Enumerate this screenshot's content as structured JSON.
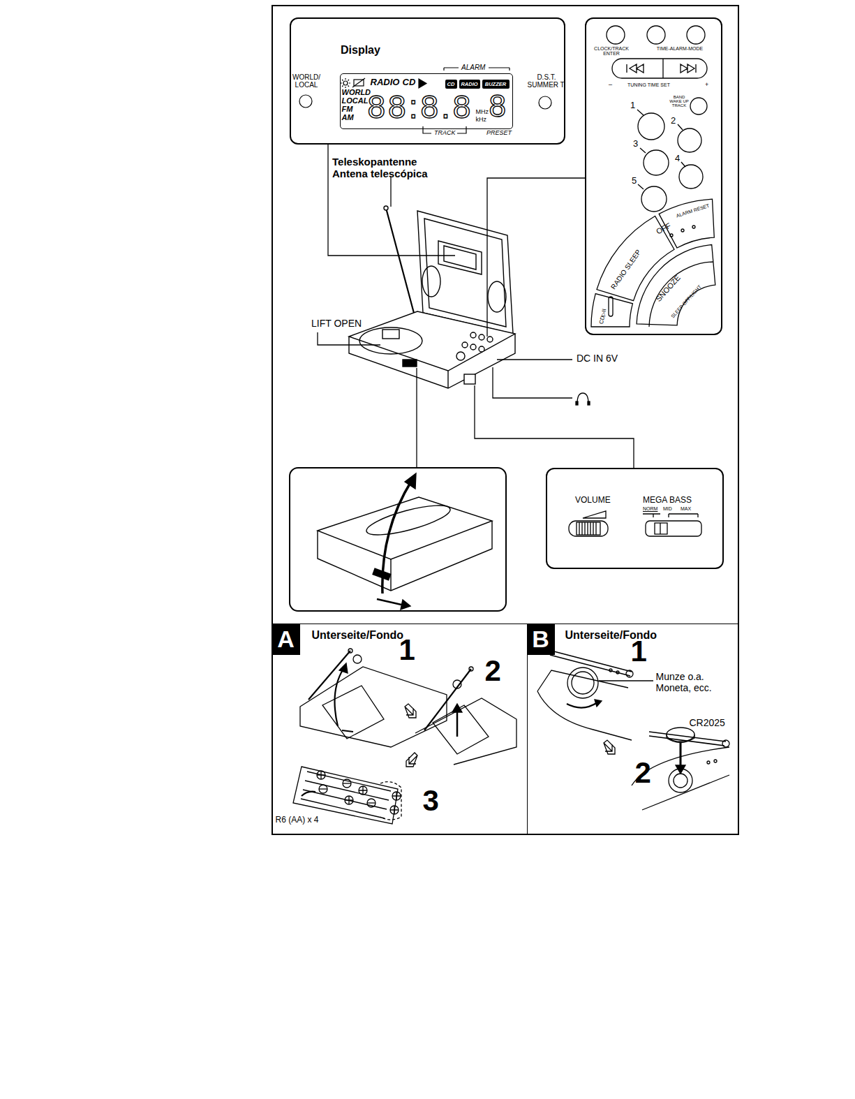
{
  "diagram": {
    "nodes": [
      {
        "text": [
          "Display",
          "ALARM",
          "WORLD/ LOCAL",
          "D.S.T. SUMMER T.",
          "TRACK",
          "PRESET"
        ]
      },
      {
        "text": [
          "RADIO",
          "CD",
          "WORLD",
          "LOCAL",
          "FM",
          "AM",
          "88:8.8",
          "MHz",
          "kHz",
          "8"
        ],
        "in": 0
      },
      {
        "text": [
          "CD"
        ],
        "in": 1
      },
      {
        "text": [
          "RADIO"
        ],
        "in": 1
      },
      {
        "text": [
          "BUZZER"
        ],
        "in": 1
      },
      {
        "text": [
          "CLOCK/TRACK ENTER",
          "TIME-ALARM-MODE",
          "–",
          "TUNING TIME SET",
          "+",
          "BAND WAKE UP TRACK",
          "1",
          "2",
          "3",
          "4",
          "5",
          "OFF",
          "ALARM RESET",
          "RADIO SLEEP",
          "CD▷II",
          "SNOOZE",
          "SLEEP OFF/LIGHT"
        ]
      },
      {
        "text": [
          "VOLUME",
          "MEGA BASS",
          "NORM",
          "MID",
          "MAX"
        ]
      },
      {
        "text": [
          "Unterseite/Fondo",
          "1",
          "2",
          "3",
          "R6 (AA) x 4"
        ]
      },
      {
        "text": [
          "A"
        ],
        "in": 7
      },
      {
        "text": [
          "Unterseite/Fondo",
          "1",
          "Munze o.a. Moneta, ecc.",
          "CR2025",
          "2"
        ]
      },
      {
        "text": [
          "B"
        ],
        "in": 9
      }
    ],
    "labels": [
      "Teleskopantenne Antena telescópica",
      "LIFT OPEN",
      "DC IN 6V"
    ]
  }
}
